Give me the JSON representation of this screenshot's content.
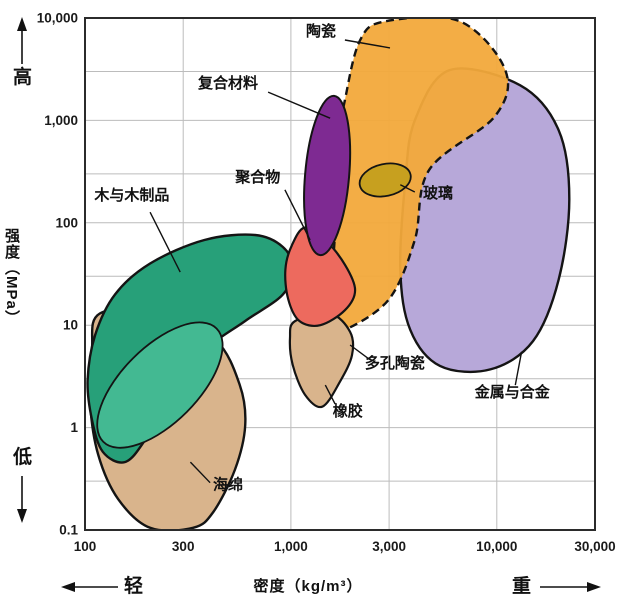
{
  "chart_data": {
    "type": "area",
    "title": "",
    "xlabel": "密度（kg/m³）",
    "ylabel": "强度（MPa）",
    "x_axis_low_label": "轻",
    "x_axis_high_label": "重",
    "y_axis_high_label": "高",
    "y_axis_low_label": "低",
    "x_scale": "log",
    "y_scale": "log",
    "x_range": [
      100,
      30000
    ],
    "y_range": [
      0.1,
      10000
    ],
    "grid": "on",
    "x_ticks": [
      {
        "v": 100,
        "label": "100"
      },
      {
        "v": 300,
        "label": "300"
      },
      {
        "v": 1000,
        "label": "1,000"
      },
      {
        "v": 3000,
        "label": "3,000"
      },
      {
        "v": 10000,
        "label": "10,000"
      },
      {
        "v": 30000,
        "label": "30,000"
      }
    ],
    "y_ticks": [
      {
        "v": 0.1,
        "label": "0.1"
      },
      {
        "v": 1,
        "label": "1"
      },
      {
        "v": 10,
        "label": "10"
      },
      {
        "v": 100,
        "label": "100"
      },
      {
        "v": 1000,
        "label": "1,000"
      },
      {
        "v": 10000,
        "label": "10,000"
      }
    ],
    "x_grid": [
      300,
      1000,
      3000,
      10000
    ],
    "y_grid": [
      0.3,
      1,
      3,
      10,
      30,
      100,
      300,
      1000,
      3000
    ],
    "regions": [
      {
        "name": "sponge",
        "label": "海绵",
        "shape": "polygon",
        "fill": "#d9b48c",
        "fill_opacity": 1,
        "stroke": "#141414",
        "stroke_width": 2.4,
        "dashed": false,
        "points": [
          [
            118,
            13
          ],
          [
            230,
            14
          ],
          [
            430,
            7.2
          ],
          [
            565,
            2.6
          ],
          [
            600,
            1.05
          ],
          [
            535,
            0.39
          ],
          [
            420,
            0.15
          ],
          [
            335,
            0.105
          ],
          [
            207,
            0.105
          ],
          [
            145,
            0.2
          ],
          [
            116,
            0.54
          ],
          [
            106,
            1.7
          ],
          [
            108,
            5.7
          ]
        ]
      },
      {
        "name": "wood",
        "label": "木与木制品",
        "shape": "polygon",
        "fill": "#27a079",
        "fill_opacity": 1,
        "stroke": "#141414",
        "stroke_width": 2.4,
        "dashed": false,
        "points": [
          [
            103,
            2.9
          ],
          [
            112,
            8
          ],
          [
            140,
            20
          ],
          [
            207,
            40
          ],
          [
            380,
            68
          ],
          [
            670,
            76
          ],
          [
            915,
            58
          ],
          [
            1020,
            36
          ],
          [
            915,
            20
          ],
          [
            600,
            11
          ],
          [
            383,
            5.7
          ],
          [
            260,
            2.1
          ],
          [
            196,
            0.76
          ],
          [
            156,
            0.46
          ],
          [
            122,
            0.58
          ],
          [
            108,
            1.2
          ]
        ]
      },
      {
        "name": "wood-inner",
        "label": "",
        "shape": "ellipse",
        "fill": "#43b992",
        "fill_opacity": 1,
        "stroke": "#141414",
        "stroke_width": 1.8,
        "dashed": false,
        "cx": 231,
        "cy": 2.6,
        "rx_dec": 0.389,
        "ry_dec": 0.371,
        "rotate": -45
      },
      {
        "name": "metals",
        "label": "金属与合金",
        "shape": "polygon",
        "fill": "#b7a8d9",
        "fill_opacity": 1,
        "stroke": "#141414",
        "stroke_width": 2.4,
        "dashed": false,
        "points": [
          [
            5900,
            3100
          ],
          [
            13000,
            2200
          ],
          [
            20000,
            800
          ],
          [
            22500,
            170
          ],
          [
            20000,
            28
          ],
          [
            15000,
            7
          ],
          [
            9300,
            3.7
          ],
          [
            5300,
            4
          ],
          [
            3800,
            9
          ],
          [
            3400,
            35
          ],
          [
            3600,
            260
          ],
          [
            4000,
            1000
          ]
        ]
      },
      {
        "name": "ceramics",
        "label": "陶瓷",
        "shape": "polygon",
        "fill": "#f2a93b",
        "fill_opacity": 0.95,
        "stroke": "#141414",
        "stroke_width": 2.4,
        "dashed": true,
        "points": [
          [
            2900,
            9300
          ],
          [
            6600,
            9300
          ],
          [
            11000,
            3100
          ],
          [
            9800,
            1100
          ],
          [
            4700,
            330
          ],
          [
            4000,
            68
          ],
          [
            3000,
            18
          ],
          [
            1830,
            9
          ],
          [
            1470,
            9
          ],
          [
            1550,
            22
          ],
          [
            1640,
            85
          ],
          [
            1640,
            410
          ],
          [
            1830,
            1580
          ],
          [
            2170,
            6100
          ]
        ]
      },
      {
        "name": "rubber",
        "label": "橡胶",
        "shape": "polygon",
        "fill": "#d9b48c",
        "fill_opacity": 1,
        "stroke": "#141414",
        "stroke_width": 2.2,
        "dashed": false,
        "points": [
          [
            1050,
            11
          ],
          [
            1550,
            13
          ],
          [
            1940,
            8.6
          ],
          [
            1980,
            5.1
          ],
          [
            1730,
            2.8
          ],
          [
            1420,
            1.6
          ],
          [
            1170,
            2.1
          ],
          [
            1020,
            4.1
          ],
          [
            990,
            7.5
          ]
        ]
      },
      {
        "name": "polymers",
        "label": "聚合物",
        "shape": "polygon",
        "fill": "#ed6a5e",
        "fill_opacity": 1,
        "stroke": "#141414",
        "stroke_width": 2.2,
        "dashed": false,
        "points": [
          [
            1170,
            90
          ],
          [
            1470,
            68
          ],
          [
            1830,
            39
          ],
          [
            2050,
            22
          ],
          [
            1830,
            14
          ],
          [
            1390,
            10
          ],
          [
            1100,
            11
          ],
          [
            970,
            18
          ],
          [
            940,
            35
          ],
          [
            1010,
            60
          ]
        ]
      },
      {
        "name": "composites",
        "label": "复合材料",
        "shape": "ellipse",
        "fill": "#7e2a92",
        "fill_opacity": 1,
        "stroke": "#141414",
        "stroke_width": 2,
        "dashed": false,
        "cx": 1500,
        "cy": 290,
        "rx_dec": 0.107,
        "ry_dec": 0.78,
        "rotate": 5
      },
      {
        "name": "glass",
        "label": "玻璃",
        "shape": "ellipse",
        "fill": "#c7a01f",
        "fill_opacity": 1,
        "stroke": "#141414",
        "stroke_width": 1.8,
        "dashed": false,
        "cx": 2870,
        "cy": 262,
        "rx_dec": 0.126,
        "ry_dec": 0.156,
        "rotate": -12
      }
    ],
    "annotations": [
      {
        "text": "陶瓷",
        "x": 1400,
        "y": 6700,
        "line": [
          [
            1830,
            6100
          ],
          [
            3030,
            5100
          ]
        ]
      },
      {
        "text": "复合材料",
        "x": 495,
        "y": 2070,
        "line": [
          [
            775,
            1890
          ],
          [
            1550,
            1050
          ]
        ]
      },
      {
        "text": "聚合物",
        "x": 690,
        "y": 250,
        "line": [
          [
            935,
            210
          ],
          [
            1240,
            68
          ]
        ]
      },
      {
        "text": "玻璃",
        "x": 5180,
        "y": 175,
        "line": [
          [
            4000,
            200
          ],
          [
            3400,
            235
          ]
        ]
      },
      {
        "text": "木与木制品",
        "x": 169,
        "y": 167,
        "line": [
          [
            207,
            127
          ],
          [
            290,
            33
          ]
        ]
      },
      {
        "text": "多孔陶瓷",
        "x": 3200,
        "y": 3.8,
        "line": [
          [
            2420,
            4.6
          ],
          [
            1940,
            6.4
          ]
        ]
      },
      {
        "text": "橡胶",
        "x": 1890,
        "y": 1.3,
        "line": [
          [
            1640,
            1.7
          ],
          [
            1470,
            2.6
          ]
        ]
      },
      {
        "text": "金属与合金",
        "x": 11900,
        "y": 2.0,
        "line": [
          [
            12300,
            2.6
          ],
          [
            13200,
            5.5
          ]
        ]
      },
      {
        "text": "海绵",
        "x": 495,
        "y": 0.25,
        "line": [
          [
            405,
            0.29
          ],
          [
            325,
            0.46
          ]
        ]
      }
    ]
  }
}
